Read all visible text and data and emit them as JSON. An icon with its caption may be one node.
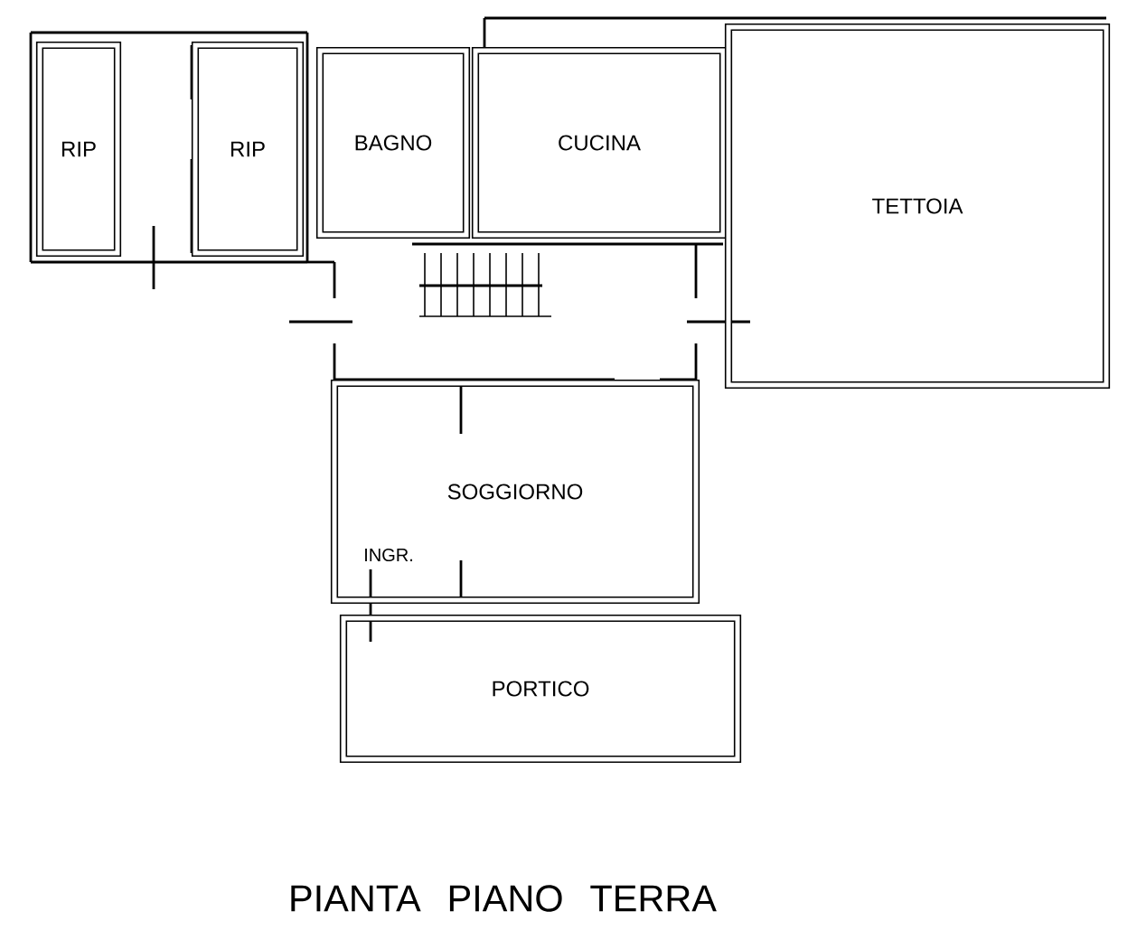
{
  "diagram": {
    "title": "PIANTA PIANO TERRA",
    "nodes": [
      {
        "text": [
          "RIP"
        ]
      },
      {
        "text": [
          "RIP"
        ]
      },
      {
        "text": [
          "BAGNO"
        ]
      },
      {
        "text": [
          "CUCINA"
        ]
      },
      {
        "text": [
          "TETTOIA"
        ]
      },
      {
        "text": [
          "SOGGIORNO"
        ]
      },
      {
        "text": [
          "PORTICO"
        ]
      }
    ],
    "labels": [
      "INGR."
    ]
  }
}
